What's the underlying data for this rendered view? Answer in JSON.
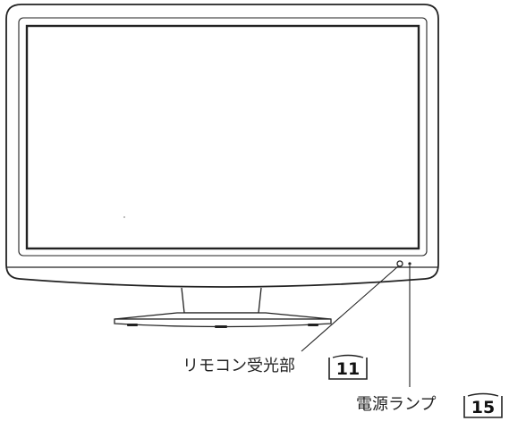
{
  "callouts": {
    "remote_sensor": {
      "label": "リモコン受光部",
      "page_ref": "11"
    },
    "power_lamp": {
      "label": "電源ランプ",
      "page_ref": "15"
    }
  },
  "colors": {
    "line": "#222222",
    "bezel_fill": "#ffffff",
    "stand_fill": "#ffffff"
  },
  "icons": {
    "page_reference": "book-icon"
  }
}
